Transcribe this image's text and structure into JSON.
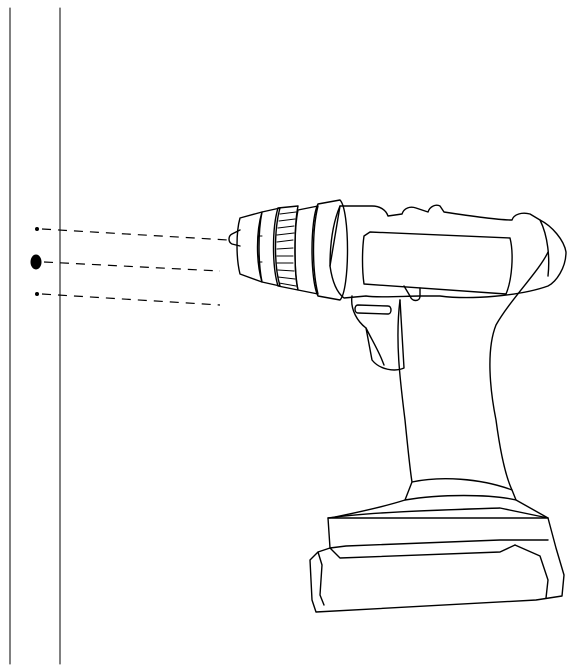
{
  "diagram": {
    "subject": "cordless-drill-wall-alignment",
    "stroke_color": "#000000",
    "background_color": "#ffffff",
    "components": [
      {
        "id": "wall",
        "icon": "wall-edge"
      },
      {
        "id": "drill",
        "icon": "cordless-drill-icon"
      },
      {
        "id": "battery",
        "icon": "battery-pack-icon"
      },
      {
        "id": "chuck",
        "icon": "drill-chuck-icon"
      },
      {
        "id": "guide-lines",
        "icon": "dashed-guide-lines",
        "count": 3
      },
      {
        "id": "hole-marks",
        "icon": "hole-mark-icon",
        "count": 3
      }
    ]
  }
}
